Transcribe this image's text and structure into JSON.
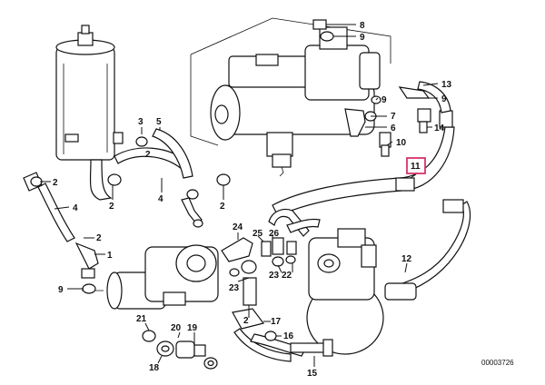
{
  "labels": {
    "l1": "1",
    "l2a": "2",
    "l2b": "2",
    "l2c": "2",
    "l2d": "2",
    "l3": "3",
    "l4a": "4",
    "l4b": "4",
    "l5": "5",
    "l6": "6",
    "l7": "7",
    "l8": "8",
    "l9a": "9",
    "l9b": "9",
    "l9c": "9",
    "l10": "10",
    "l11": "11",
    "l12": "12",
    "l13": "13",
    "l14": "14",
    "l15": "15",
    "l16": "16",
    "l17": "17",
    "l18": "18",
    "l19": "19",
    "l20": "20",
    "l21": "21",
    "l22": "22",
    "l23a": "23",
    "l23b": "23",
    "l24": "24",
    "l25": "25",
    "l26": "26"
  },
  "highlighted_part": "11",
  "reference_number": "00003726",
  "colors": {
    "highlight": "#d6336c",
    "line": "#111111"
  }
}
